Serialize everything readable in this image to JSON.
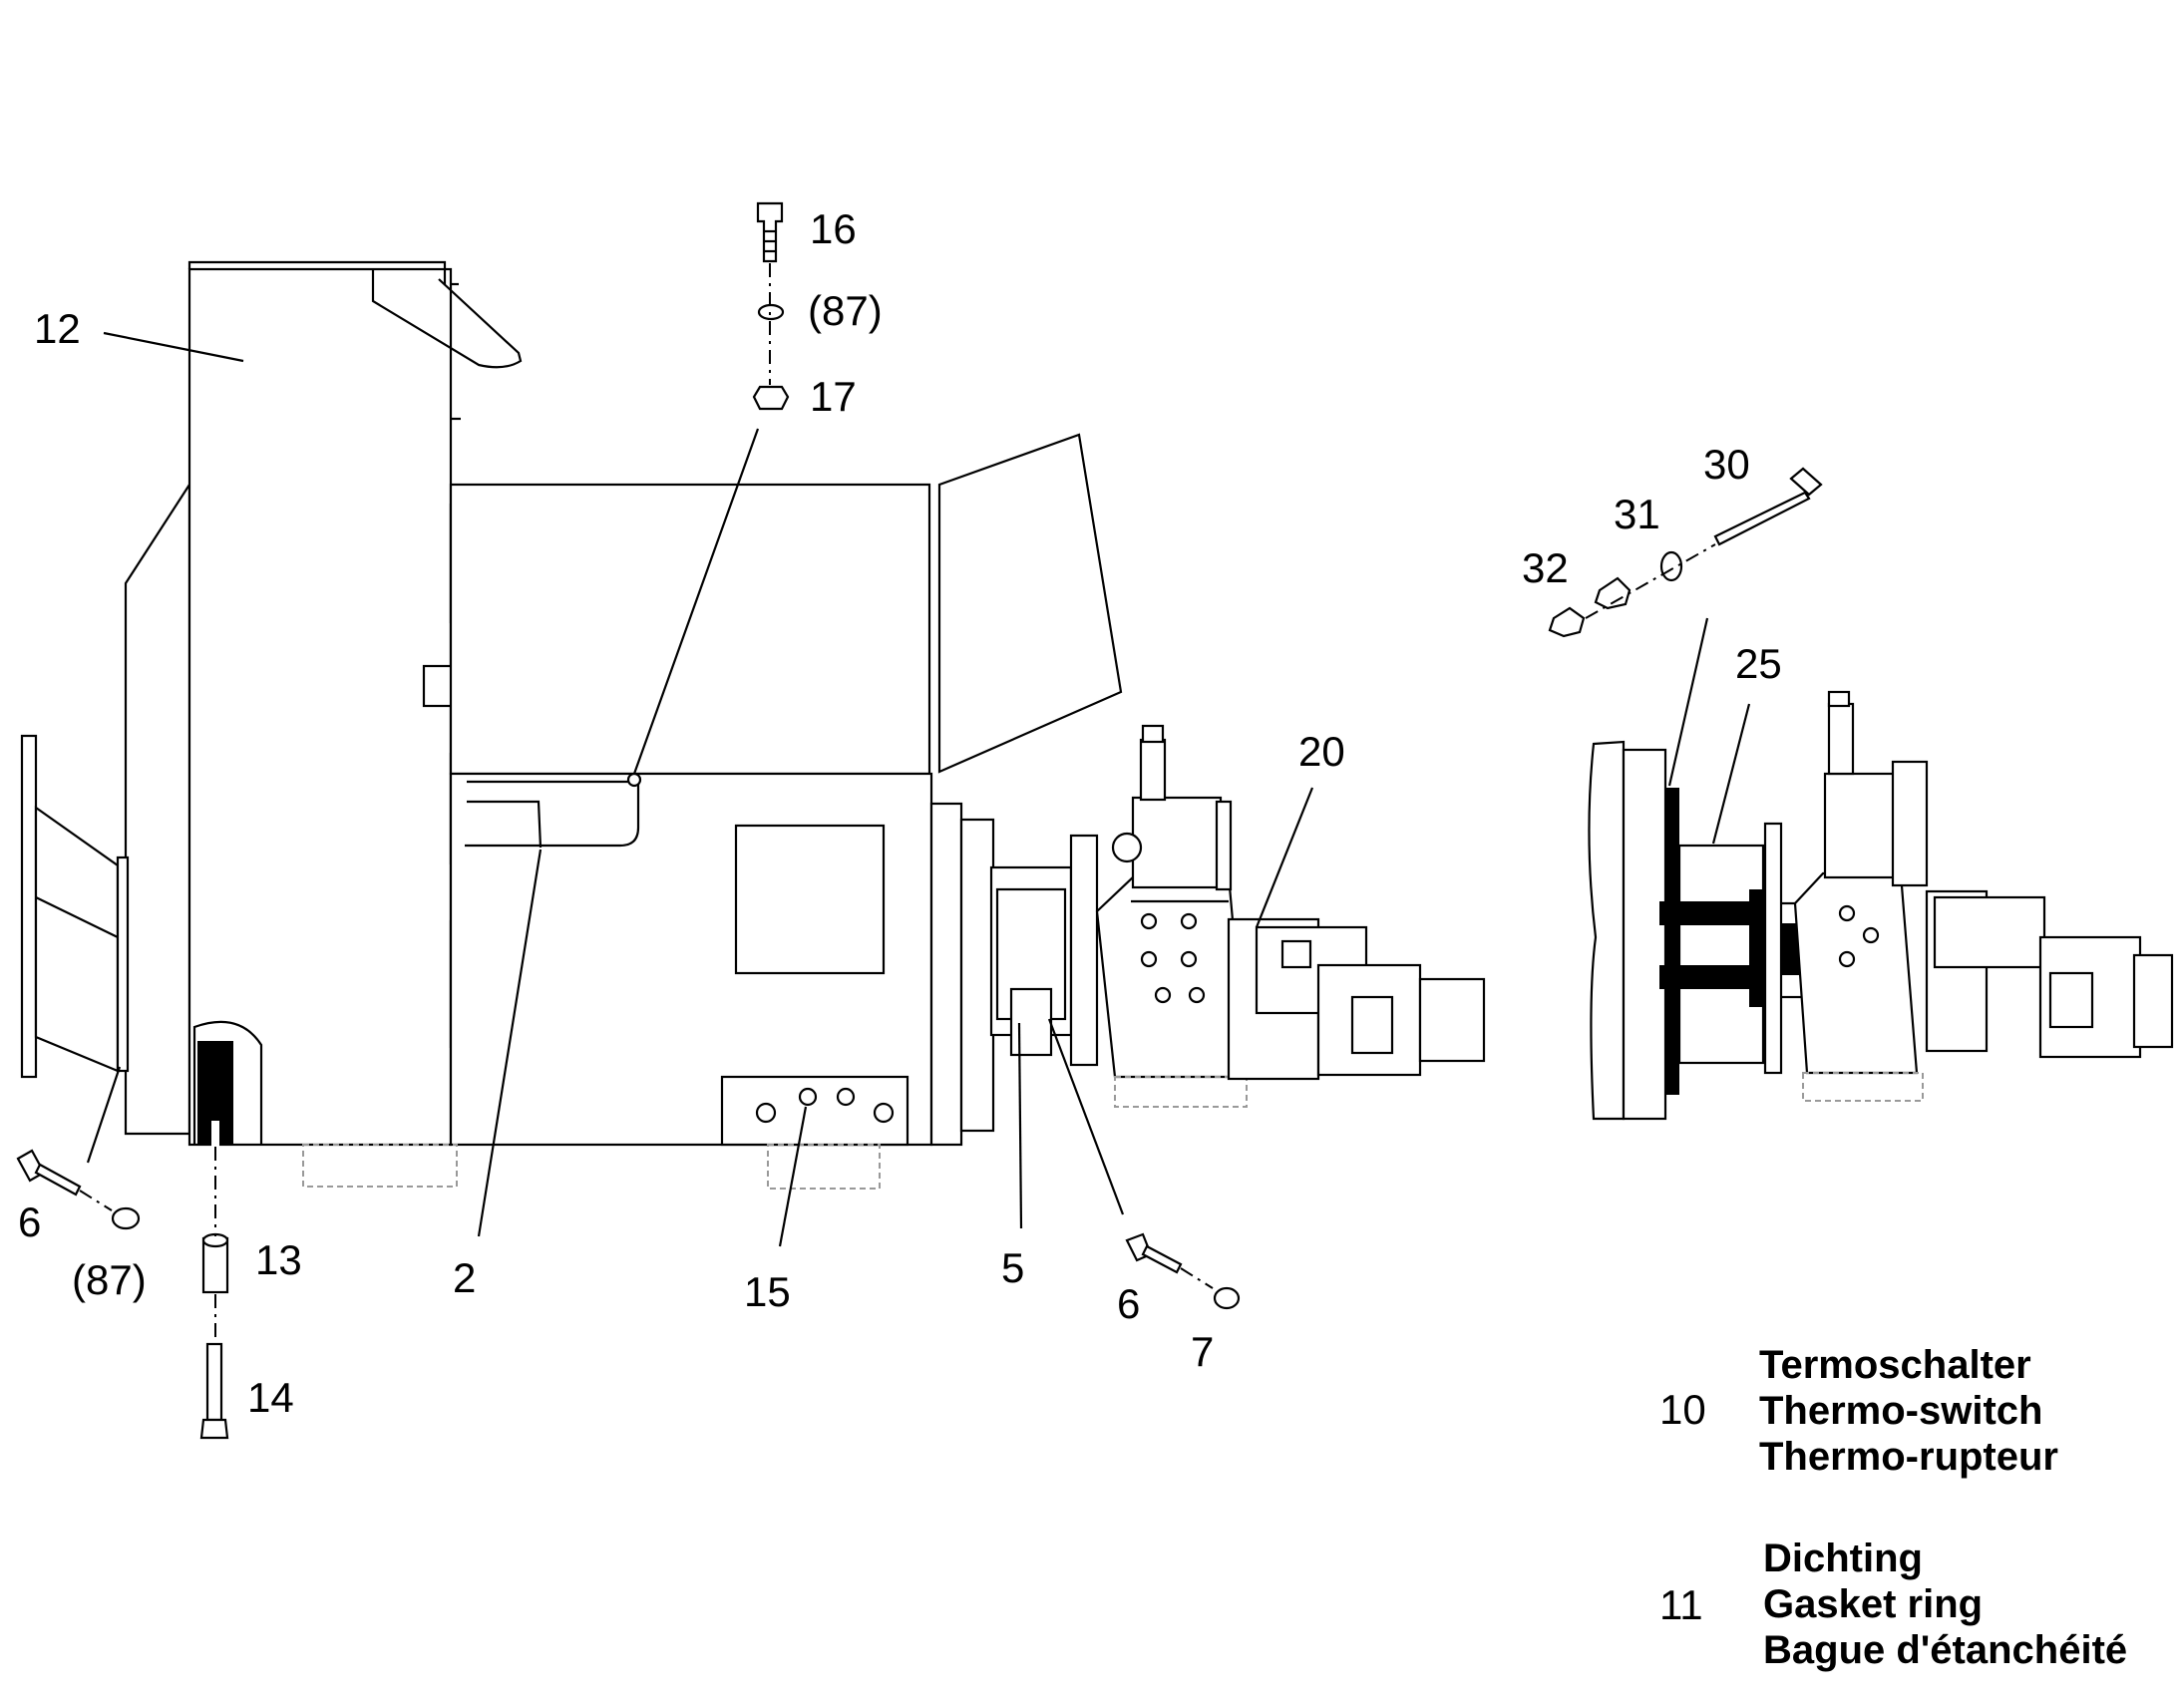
{
  "callouts": {
    "c12": "12",
    "c16": "16",
    "c87a": "(87)",
    "c17": "17",
    "c30": "30",
    "c31": "31",
    "c32": "32",
    "c25": "25",
    "c20": "20",
    "c6a": "6",
    "c87b": "(87)",
    "c13": "13",
    "c14": "14",
    "c2": "2",
    "c15": "15",
    "c5": "5",
    "c6b": "6",
    "c7": "7"
  },
  "legend": [
    {
      "number": "10",
      "de": "Termoschalter",
      "en": "Thermo-switch",
      "fr": "Thermo-rupteur"
    },
    {
      "number": "11",
      "de": "Dichting",
      "en": "Gasket ring",
      "fr": "Bague d'étanchéité"
    }
  ]
}
